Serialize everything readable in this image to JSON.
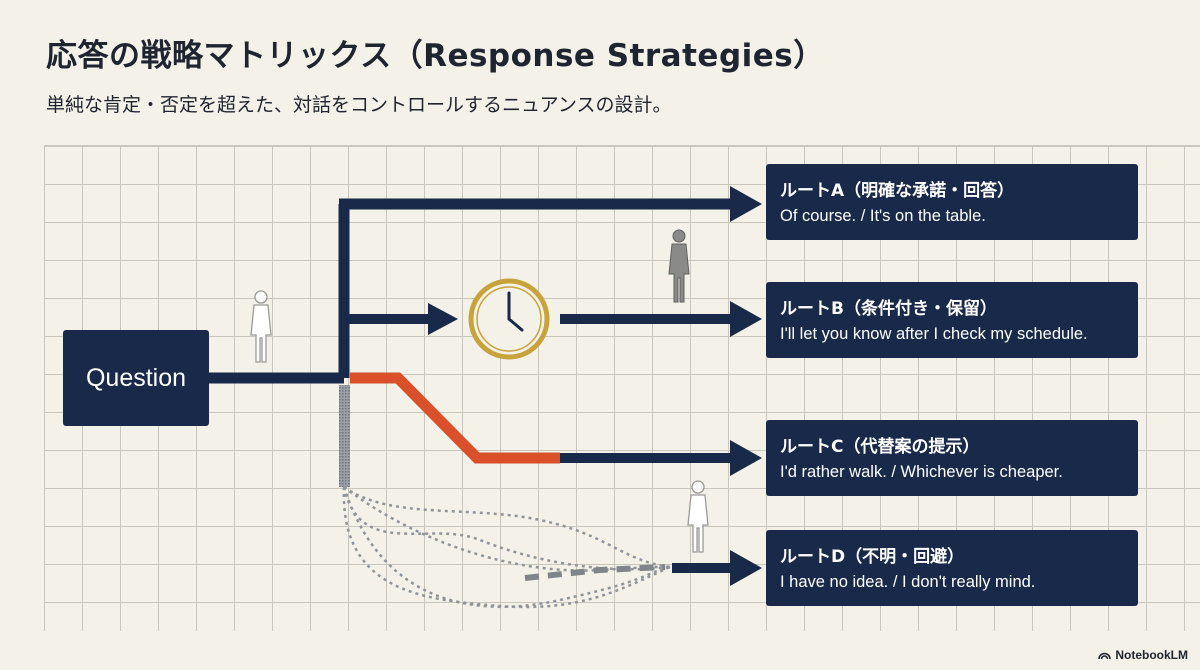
{
  "header": {
    "title": "応答の戦略マトリックス（Response Strategies）",
    "subtitle": "単純な肯定・否定を超えた、対話をコントロールするニュアンスの設計。"
  },
  "question": {
    "label": "Question"
  },
  "routes": [
    {
      "title": "ルートA（明確な承諾・回答）",
      "sentence": "Of course. / It's on the table."
    },
    {
      "title": "ルートB（条件付き・保留）",
      "sentence": "I'll let you know after I check my schedule."
    },
    {
      "title": "ルートC（代替案の提示）",
      "sentence": "I'd rather walk. / Whichever is cheaper."
    },
    {
      "title": "ルートD（不明・回避）",
      "sentence": "I have no idea. / I don't really mind."
    }
  ],
  "brand": {
    "label": "NotebookLM",
    "icon": "notebooklm-logo-icon"
  },
  "colors": {
    "navy": "#18294a",
    "orange": "#d9502a",
    "gold": "#c8a23a",
    "gray": "#8f959c",
    "background": "#f3f1e8",
    "grid": "#c9c7bd"
  }
}
